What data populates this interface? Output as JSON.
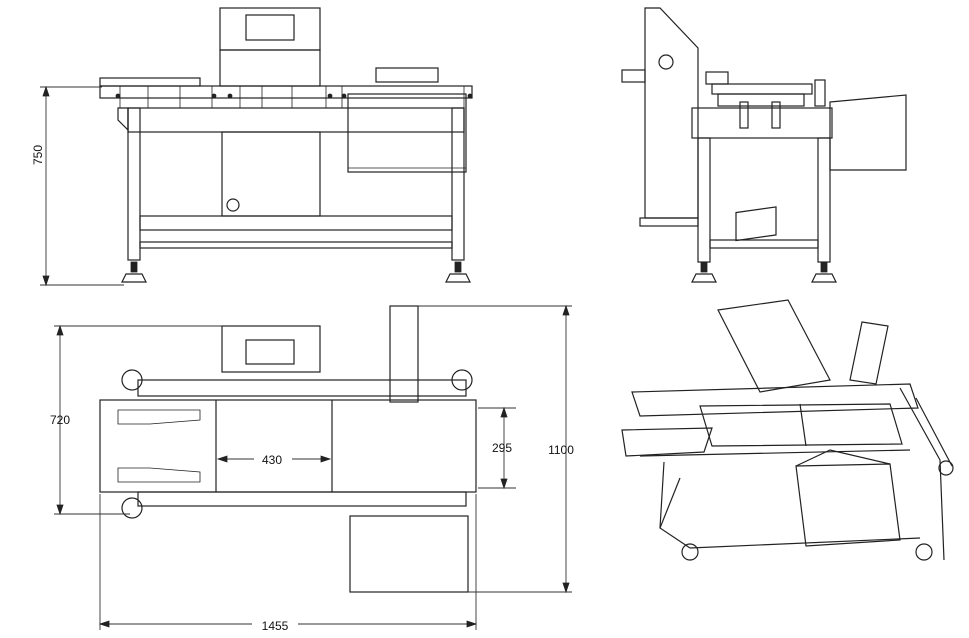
{
  "dimensions": {
    "height_front": "750",
    "depth_top": "720",
    "conveyor_width": "430",
    "belt_width": "295",
    "overall_depth": "1100",
    "overall_length": "1455"
  }
}
